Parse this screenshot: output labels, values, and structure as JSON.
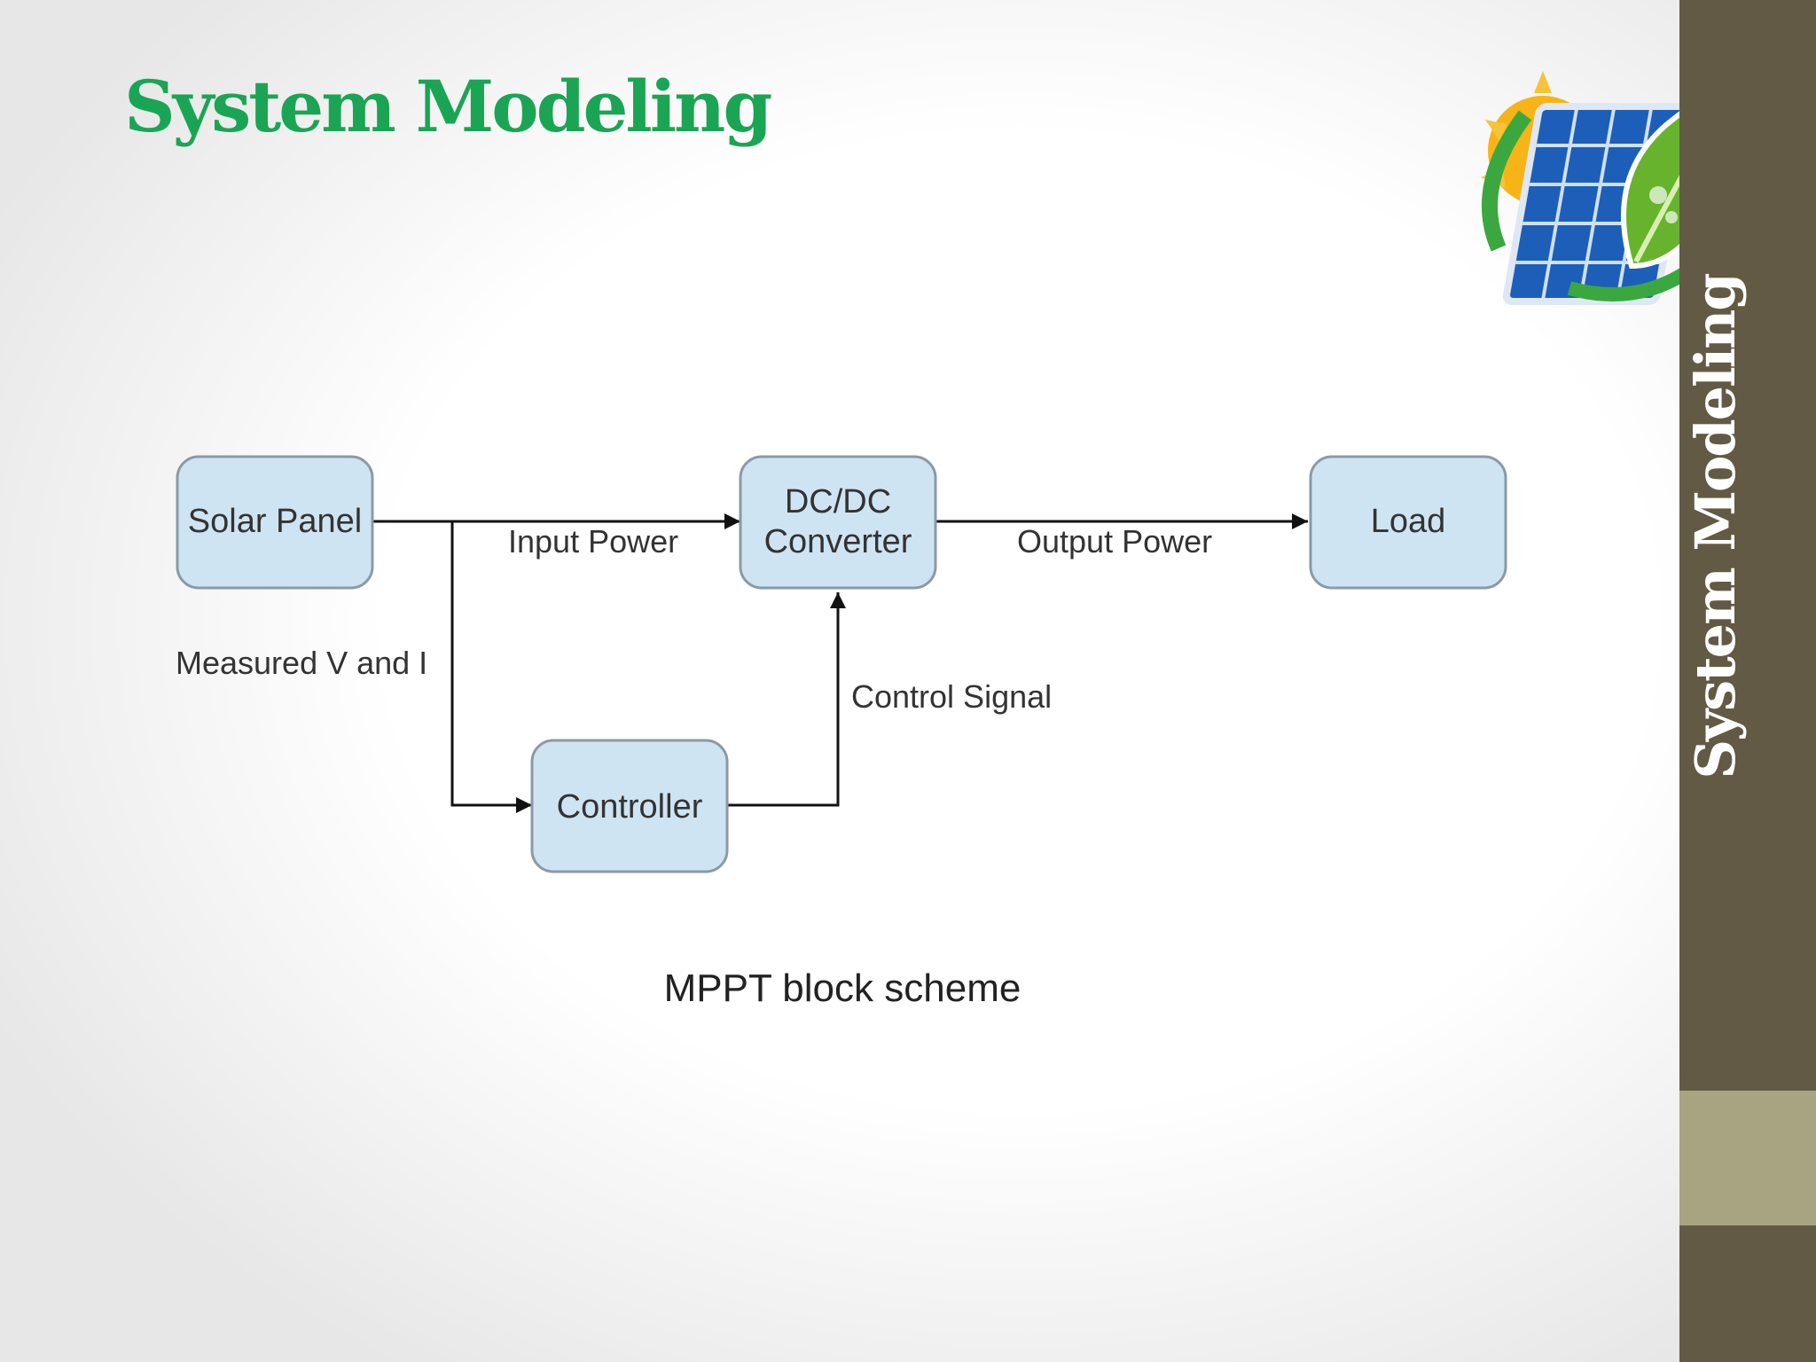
{
  "slide": {
    "title": "System Modeling",
    "sidebar_title": "System Modeling",
    "caption": "MPPT block scheme"
  },
  "colors": {
    "title_green": "#1aa555",
    "sidebar_dark": "#635a45",
    "sidebar_light": "#a8a380",
    "box_fill": "#cfe4f2",
    "box_stroke": "#8a9aa6",
    "line": "#111111",
    "label_text": "#333333"
  },
  "icons": {
    "logo": "solar-panel-leaf-logo-icon"
  },
  "diagram": {
    "nodes": {
      "solar_panel": "Solar Panel",
      "dcdc_line1": "DC/DC",
      "dcdc_line2": "Converter",
      "load": "Load",
      "controller": "Controller"
    },
    "edges": {
      "input_power": "Input Power",
      "output_power": "Output Power",
      "measured": "Measured V and I",
      "control_signal": "Control Signal"
    }
  }
}
